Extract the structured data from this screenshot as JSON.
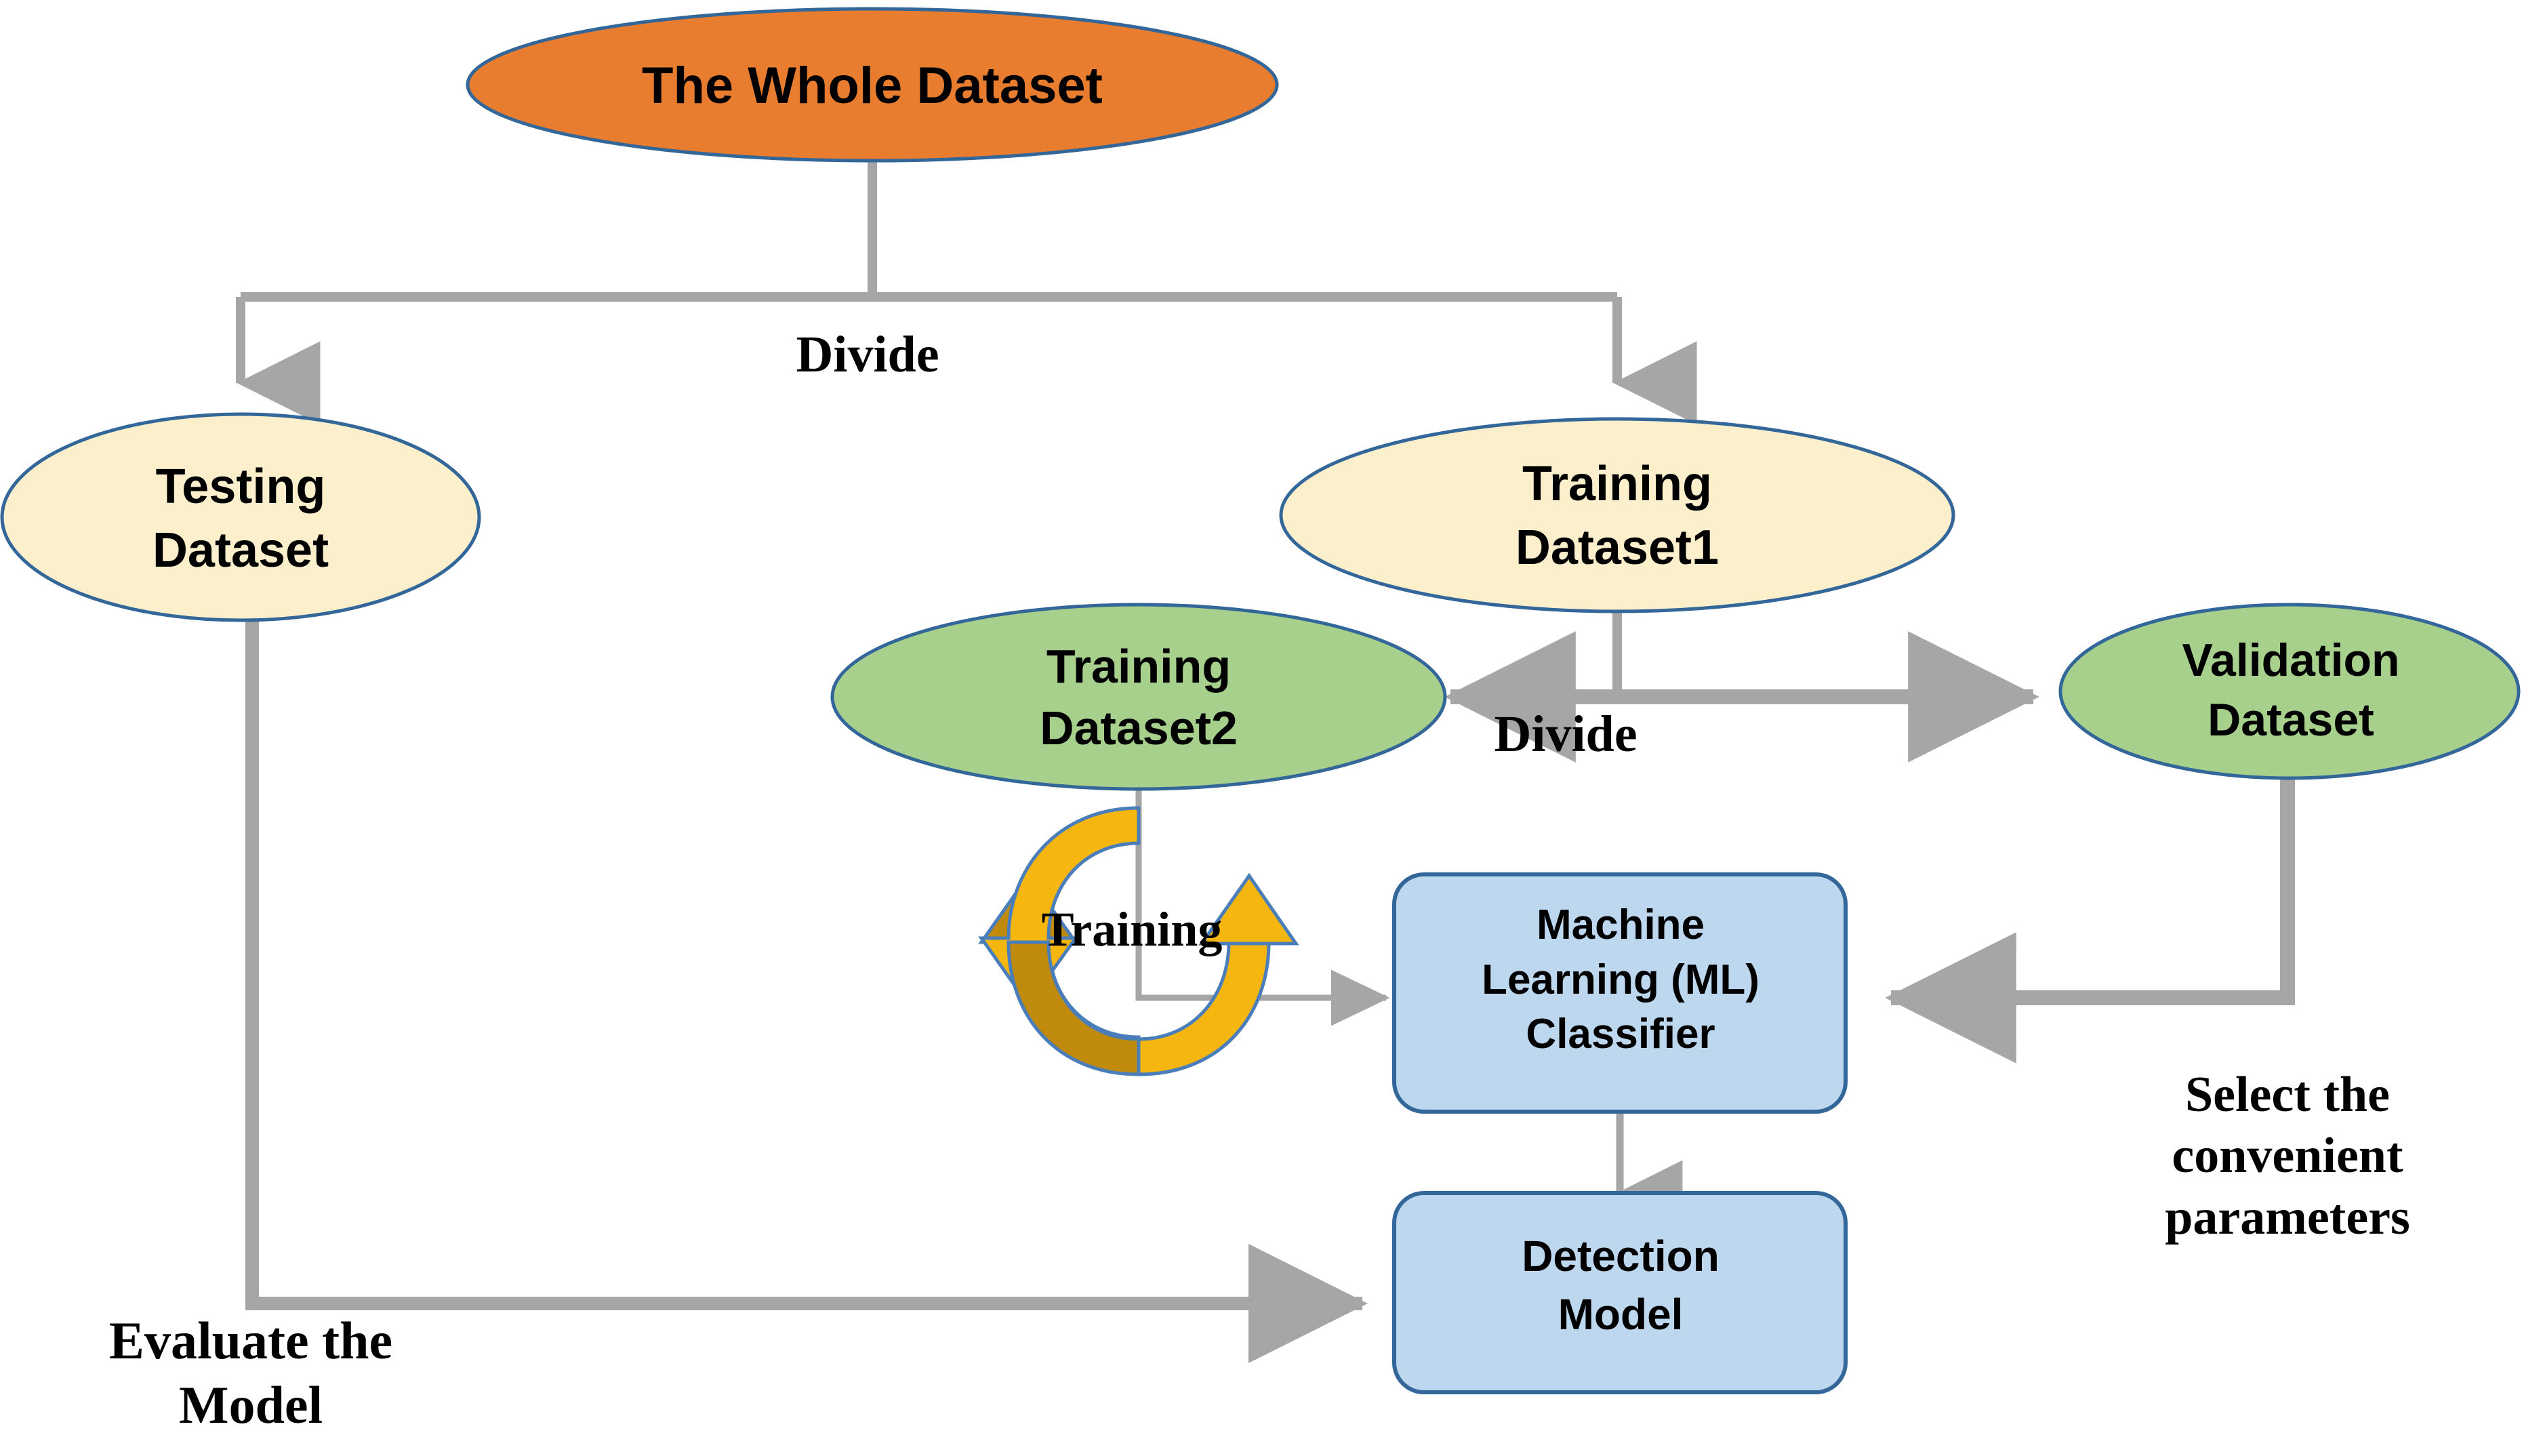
{
  "diagram": {
    "title": "Machine learning dataset split and training workflow",
    "colors": {
      "whole_dataset_fill": "#E87D2F",
      "dataset_cream_fill": "#FBEFCC",
      "dataset_green_fill": "#A8D08D",
      "model_box_fill": "#BDD7EE",
      "node_stroke": "#336699",
      "connector": "#A6A6A6",
      "cycle_arrow_light": "#F5B60F",
      "cycle_arrow_dark": "#C08A0C",
      "cycle_arrow_stroke": "#4A7EBB",
      "text": "#000000",
      "background": "#FFFFFF"
    },
    "nodes": [
      {
        "id": "whole-dataset",
        "label": "The Whole Dataset",
        "shape": "ellipse",
        "fill": "#E87D2F"
      },
      {
        "id": "testing-dataset",
        "label": "Testing\nDataset",
        "shape": "ellipse",
        "fill": "#FBEFCC"
      },
      {
        "id": "training-dataset1",
        "label": "Training\nDataset1",
        "shape": "ellipse",
        "fill": "#FBEFCC"
      },
      {
        "id": "training-dataset2",
        "label": "Training\nDataset2",
        "shape": "ellipse",
        "fill": "#A8D08D"
      },
      {
        "id": "validation-dataset",
        "label": "Validation\nDataset",
        "shape": "ellipse",
        "fill": "#A8D08D"
      },
      {
        "id": "ml-classifier",
        "label": "Machine\nLearning (ML)\nClassifier",
        "shape": "rounded-rect",
        "fill": "#BDD7EE"
      },
      {
        "id": "detection-model",
        "label": "Detection\nModel",
        "shape": "rounded-rect",
        "fill": "#BDD7EE"
      }
    ],
    "edge_labels": [
      {
        "id": "divide-top",
        "label": "Divide"
      },
      {
        "id": "divide-middle",
        "label": "Divide"
      },
      {
        "id": "training-cycle",
        "label": "Training"
      },
      {
        "id": "evaluate-the-model",
        "label": "Evaluate the\nModel"
      },
      {
        "id": "select-parameters",
        "label": "Select the\nconvenient\nparameters"
      }
    ],
    "icons": {
      "training_cycle": "circular-refresh-icon"
    }
  }
}
